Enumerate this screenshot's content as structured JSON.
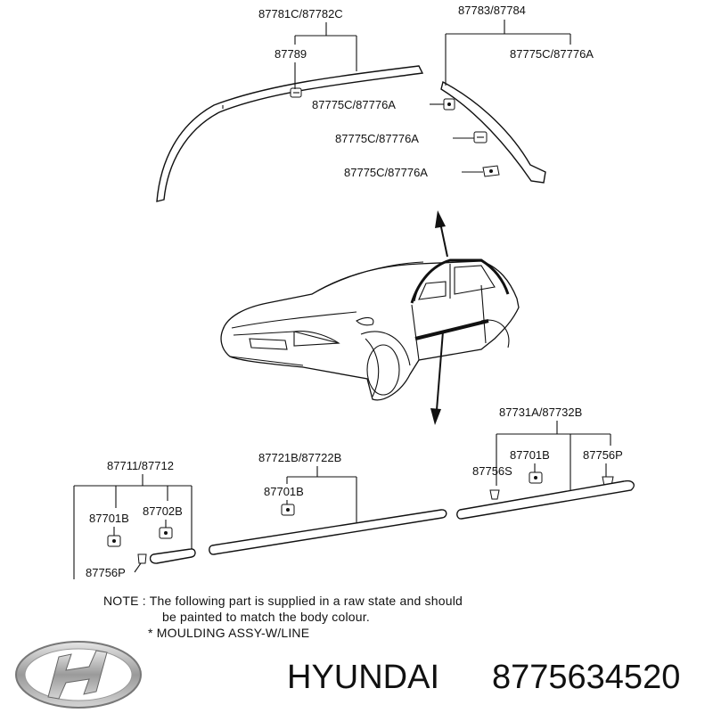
{
  "labels": {
    "top_left_main": "87781C/87782C",
    "top_left_sub": "87789",
    "top_right_main": "87783/87784",
    "top_right_sub": "87775C/87776A",
    "clip_1": "87775C/87776A",
    "clip_2": "87775C/87776A",
    "clip_3": "87775C/87776A",
    "rear_main": "87731A/87732B",
    "rear_clip_a": "87701B",
    "rear_clip_b": "87756P",
    "rear_clip_c": "87756S",
    "door_main": "87721B/87722B",
    "door_clip": "87701B",
    "front_main": "87711/87712",
    "front_clip_a": "87701B",
    "front_clip_b": "87702B",
    "front_clip_c": "87756P"
  },
  "note": {
    "line1": "NOTE : The following part is supplied in a raw state and should",
    "line2": "be painted to match the body colour.",
    "line3": "* MOULDING ASSY-W/LINE"
  },
  "brand": {
    "name": "HYUNDAI",
    "part_number": "8775634520",
    "logo": "hyundai-logo"
  }
}
